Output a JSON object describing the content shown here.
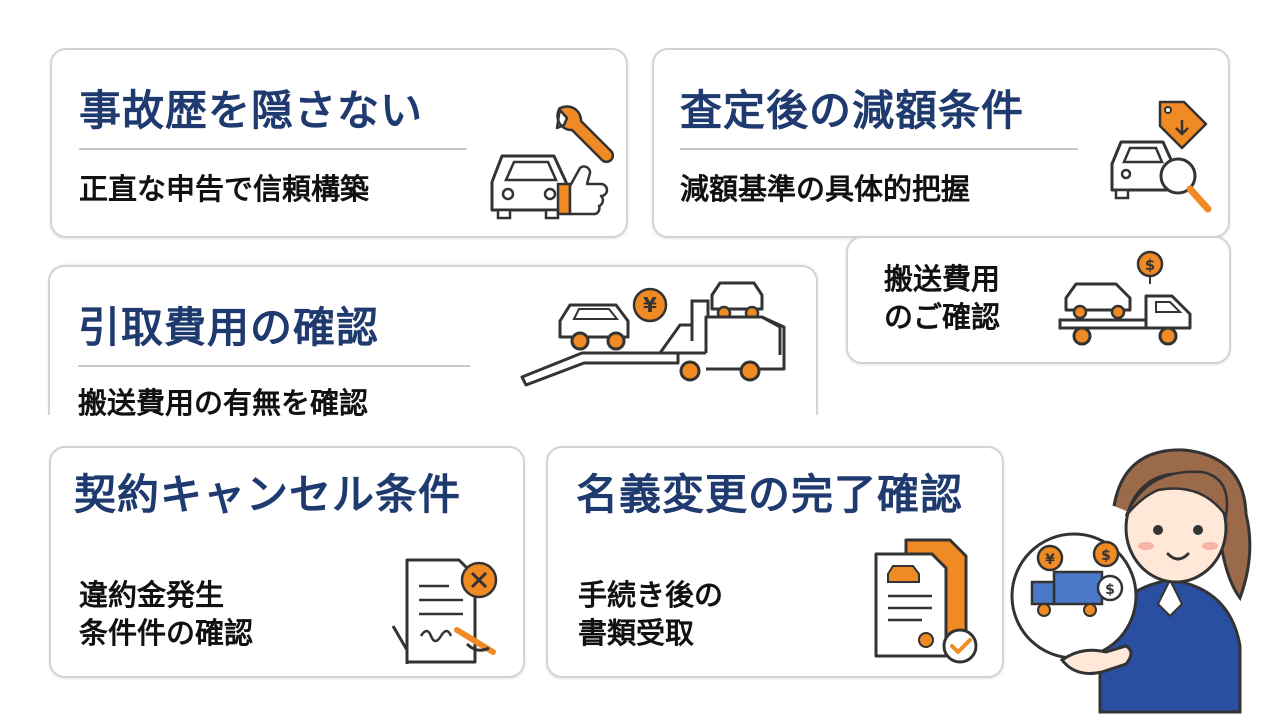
{
  "cards": [
    {
      "title": "事故歴を隠さない",
      "subtitle": "正直な申告で信頼構築"
    },
    {
      "title": "査定後の減額条件",
      "subtitle": "減額基準の具体的把握"
    },
    {
      "title": "引取費用の確認",
      "subtitle": "搬送費用の有無を確認"
    },
    {
      "line1": "搬送費用",
      "line2": "のご確認"
    },
    {
      "title": "契約キャンセル条件",
      "line1": "違約金発生",
      "line2": "条件件の確認"
    },
    {
      "title": "名義変更の完了確認",
      "line1": "手続き後の",
      "line2": "書類受取"
    }
  ],
  "icons": {
    "card1": "car-wrench-thumbs-up-icon",
    "card2": "car-price-tag-magnifier-icon",
    "card3": "tow-truck-yen-icon",
    "card4": "tow-truck-dollar-icon",
    "card5": "contract-cancel-icon",
    "card6": "documents-check-icon",
    "mascot": "staff-woman-with-transport-cost-icon"
  },
  "colors": {
    "title": "#1e3a6e",
    "accent": "#f08a24",
    "outline": "#333333",
    "uniform": "#2b4fa0"
  }
}
